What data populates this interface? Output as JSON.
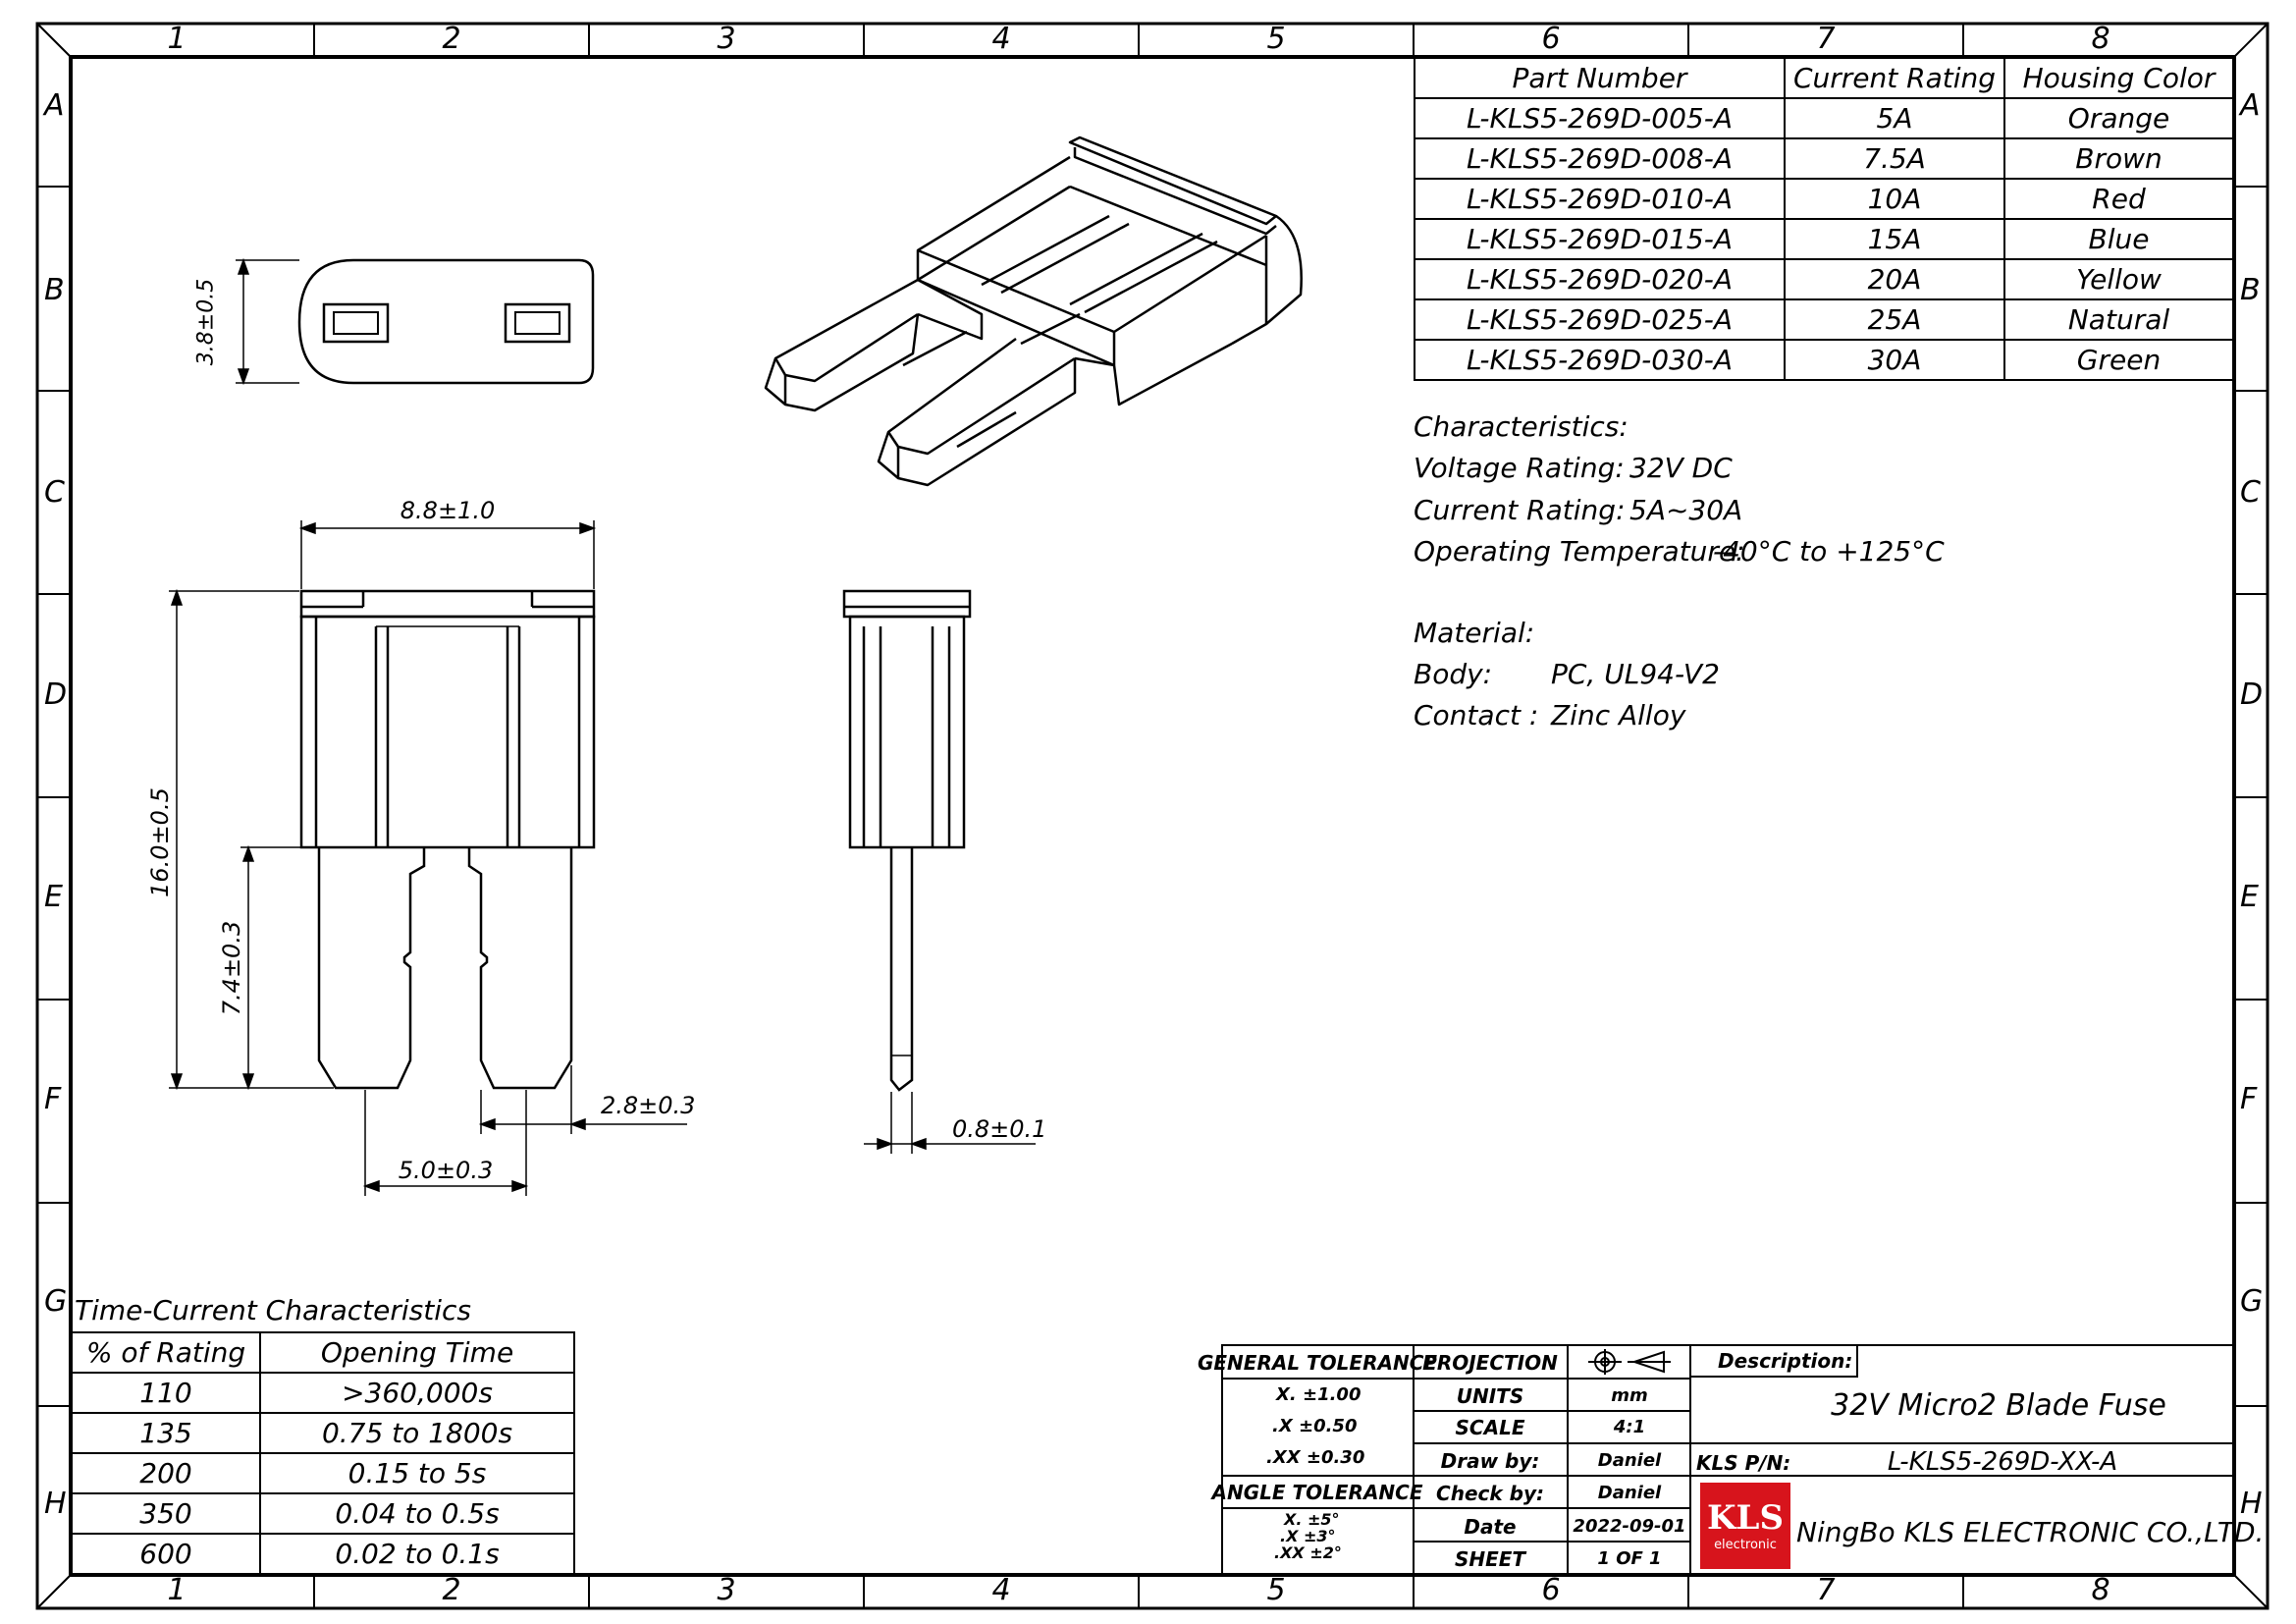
{
  "zones": {
    "columns": [
      "1",
      "2",
      "3",
      "4",
      "5",
      "6",
      "7",
      "8"
    ],
    "rows": [
      "A",
      "B",
      "C",
      "D",
      "E",
      "F",
      "G",
      "H"
    ]
  },
  "parts_table": {
    "headers": [
      "Part Number",
      "Current Rating",
      "Housing Color"
    ],
    "rows": [
      [
        "L-KLS5-269D-005-A",
        "5A",
        "Orange"
      ],
      [
        "L-KLS5-269D-008-A",
        "7.5A",
        "Brown"
      ],
      [
        "L-KLS5-269D-010-A",
        "10A",
        "Red"
      ],
      [
        "L-KLS5-269D-015-A",
        "15A",
        "Blue"
      ],
      [
        "L-KLS5-269D-020-A",
        "20A",
        "Yellow"
      ],
      [
        "L-KLS5-269D-025-A",
        "25A",
        "Natural"
      ],
      [
        "L-KLS5-269D-030-A",
        "30A",
        "Green"
      ]
    ]
  },
  "characteristics": {
    "heading": "Characteristics:",
    "voltage_label": "Voltage Rating:",
    "voltage_value": "32V DC",
    "current_label": "Current Rating:",
    "current_value": "5A~30A",
    "temp_label": "Operating Temperature:",
    "temp_value": "-40°C to +125°C"
  },
  "material": {
    "heading": "Material:",
    "body_label": "Body:",
    "body_value": "PC, UL94-V2",
    "contact_label": "Contact :",
    "contact_value": "Zinc Alloy"
  },
  "dimensions": {
    "thickness": "3.8±0.5",
    "width": "8.8±1.0",
    "height": "16.0±0.5",
    "blade_length": "7.4±0.3",
    "blade_width": "2.8±0.3",
    "blade_pitch": "5.0±0.3",
    "blade_thickness": "0.8±0.1"
  },
  "time_current": {
    "title": "Time-Current Characteristics",
    "headers": [
      "% of Rating",
      "Opening Time"
    ],
    "rows": [
      [
        "110",
        ">360,000s"
      ],
      [
        "135",
        "0.75  to 1800s"
      ],
      [
        "200",
        "0.15  to  5s"
      ],
      [
        "350",
        "0.04 to 0.5s"
      ],
      [
        "600",
        "0.02 to 0.1s"
      ]
    ]
  },
  "title_block": {
    "general_tolerance": "GENERAL TOLERANCE",
    "tol_x": "X.   ±1.00",
    "tol_x1": ".X   ±0.50",
    "tol_x2": ".XX  ±0.30",
    "angle_tolerance": "ANGLE TOLERANCE",
    "ang_x": "X.   ±5°",
    "ang_x1": ".X   ±3°",
    "ang_x2": ".XX  ±2°",
    "projection": "PROJECTION",
    "units_label": "UNITS",
    "units_value": "mm",
    "scale_label": "SCALE",
    "scale_value": "4:1",
    "draw_label": "Draw by:",
    "draw_value": "Daniel",
    "check_label": "Check by:",
    "check_value": "Daniel",
    "date_label": "Date",
    "date_value": "2022-09-01",
    "sheet_label": "SHEET",
    "sheet_value": "1 OF 1",
    "description_label": "Description:",
    "description_value": "32V Micro2 Blade Fuse",
    "pn_label": "KLS P/N:",
    "pn_value": "L-KLS5-269D-XX-A",
    "company": "NingBo KLS ELECTRONIC CO.,LTD.",
    "logo_text": "KLS",
    "logo_sub": "electronic",
    "logo_color": "#d7141c"
  }
}
